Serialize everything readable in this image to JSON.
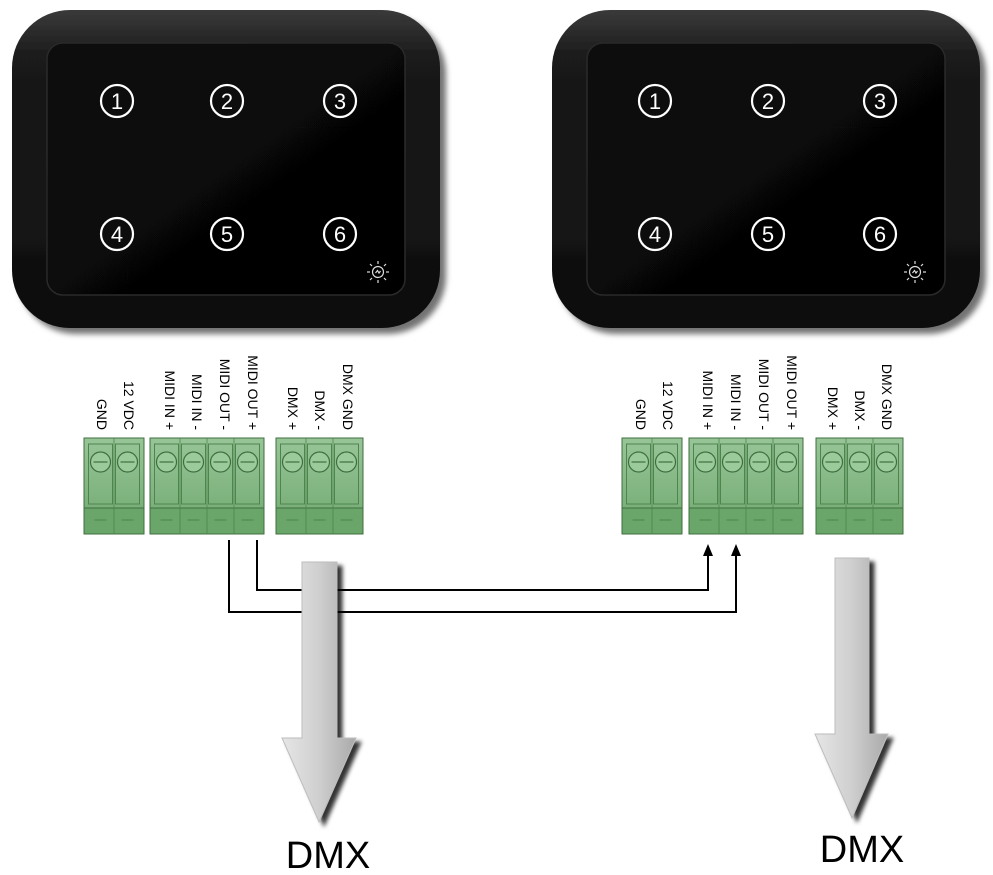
{
  "devices": [
    {
      "buttons": [
        "1",
        "2",
        "3",
        "4",
        "5",
        "6"
      ],
      "terminal_labels": [
        "GND",
        "12 VDC",
        "MIDI IN +",
        "MIDI IN -",
        "MIDI OUT -",
        "MIDI OUT +",
        "DMX +",
        "DMX -",
        "DMX GND"
      ],
      "output_label": "DMX"
    },
    {
      "buttons": [
        "1",
        "2",
        "3",
        "4",
        "5",
        "6"
      ],
      "terminal_labels": [
        "GND",
        "12 VDC",
        "MIDI IN +",
        "MIDI IN -",
        "MIDI OUT -",
        "MIDI OUT +",
        "DMX +",
        "DMX -",
        "DMX GND"
      ],
      "output_label": "DMX"
    }
  ],
  "colors": {
    "panel_face": "#050505",
    "bezel": "#1e1e1e",
    "terminal_green": "#86b886",
    "terminal_dark": "#5e9a5e",
    "arrow_grey": "#c9c9c9",
    "wire": "#000000"
  },
  "icons": [
    "sun-icon"
  ]
}
